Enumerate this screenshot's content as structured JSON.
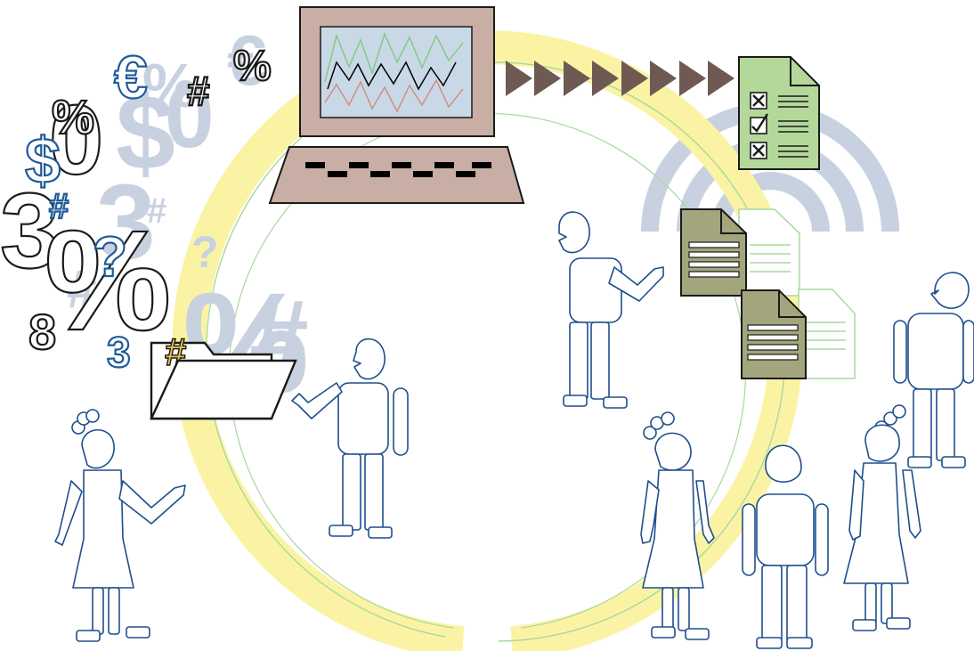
{
  "symbols": {
    "euro": "€",
    "percent": "%",
    "hash": "#",
    "dollar": "$",
    "zero": "0",
    "three": "3",
    "question": "?",
    "eight": "8"
  },
  "colors": {
    "cycle_ring": "#fbf3a4",
    "thin_ring": "#a8d8a0",
    "monitor_case": "#c8aea4",
    "screen": "#c9d8e6",
    "arrow": "#6e5a52",
    "doc_green": "#b4d89a",
    "doc_olive": "#a3a57c",
    "signal": "#c8d1e0",
    "outline_blue": "#1e4e8c",
    "folder_hash": "#e4c64d"
  },
  "icons": [
    "computer-icon",
    "chart-icon",
    "keyboard-icon",
    "checklist-icon",
    "document-icon",
    "folder-icon",
    "signal-icon"
  ]
}
